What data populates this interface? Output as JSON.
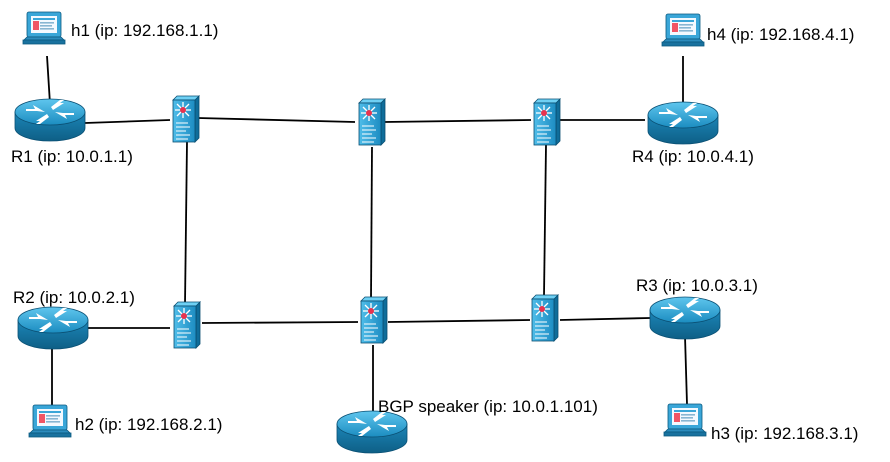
{
  "diagram": {
    "hosts": {
      "h1": "h1 (ip: 192.168.1.1)",
      "h2": "h2 (ip: 192.168.2.1)",
      "h3": "h3 (ip: 192.168.3.1)",
      "h4": "h4 (ip: 192.168.4.1)"
    },
    "routers": {
      "r1": "R1 (ip: 10.0.1.1)",
      "r2": "R2 (ip: 10.0.2.1)",
      "r3": "R3 (ip: 10.0.3.1)",
      "r4": "R4 (ip: 10.0.4.1)",
      "bgp": "BGP speaker (ip: 10.0.1.101)"
    },
    "colors": {
      "router": "#1f8fc0",
      "switch": "#2ea3d6",
      "link": "#000000"
    }
  }
}
